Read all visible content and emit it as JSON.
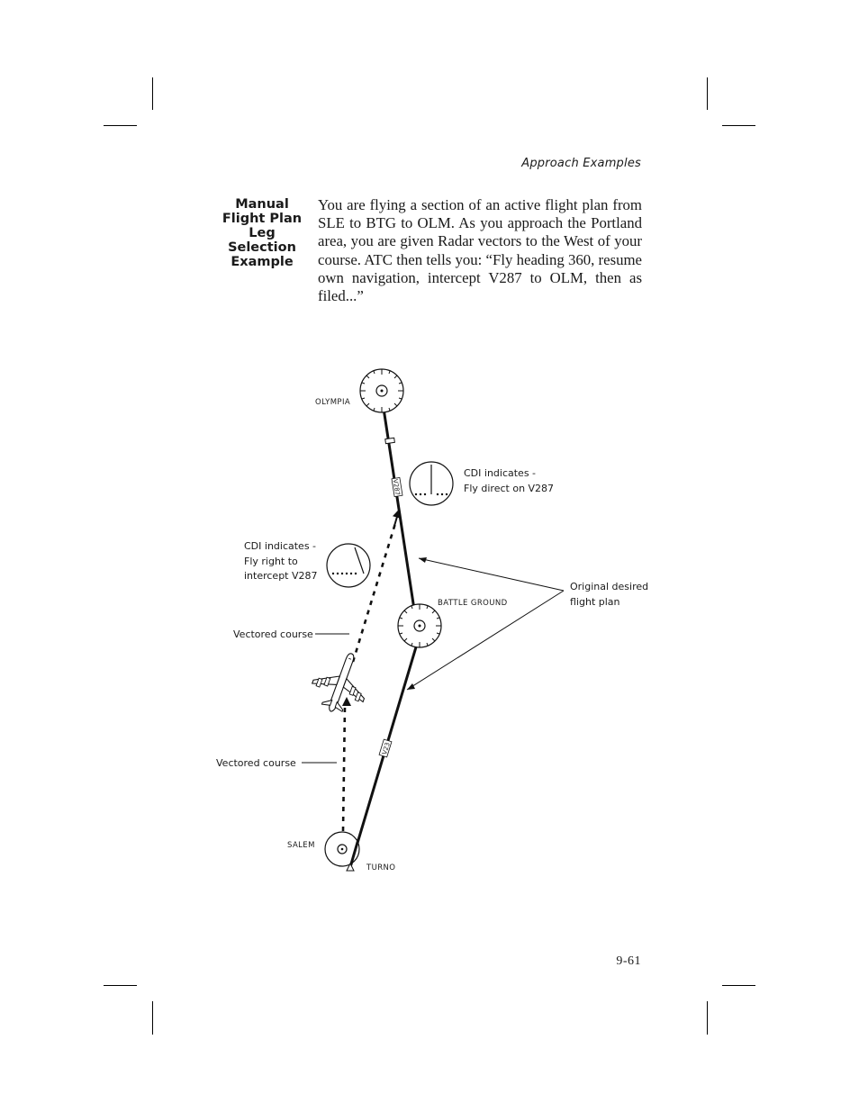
{
  "header": {
    "section_title": "Approach Examples"
  },
  "sidebar_heading": {
    "lines": [
      "Manual",
      "Flight Plan",
      "Leg Selection",
      "Example"
    ]
  },
  "body": {
    "paragraph": "You are flying a section of an active flight plan from SLE to BTG to OLM. As you approach the Portland area, you are given Radar vectors to the West of your course. ATC then tells you: “Fly heading 360, resume own navigation, intercept V287 to OLM, then as filed...”"
  },
  "diagram": {
    "waypoints": {
      "olympia": "OLYMPIA",
      "battle_ground": "BATTLE GROUND",
      "salem": "SALEM",
      "turno": "TURNO"
    },
    "airway_labels": {
      "upper": "V287",
      "lower": "V23"
    },
    "cdi_direct": {
      "line1": "CDI indicates -",
      "line2": "Fly direct on V287"
    },
    "cdi_right": {
      "line1": "CDI indicates -",
      "line2": "Fly right to",
      "line3": "intercept V287"
    },
    "vectored_course_upper": "Vectored course",
    "vectored_course_lower": "Vectored course",
    "original_plan": {
      "line1": "Original desired",
      "line2": "flight plan"
    }
  },
  "footer": {
    "page_number": "9-61"
  }
}
